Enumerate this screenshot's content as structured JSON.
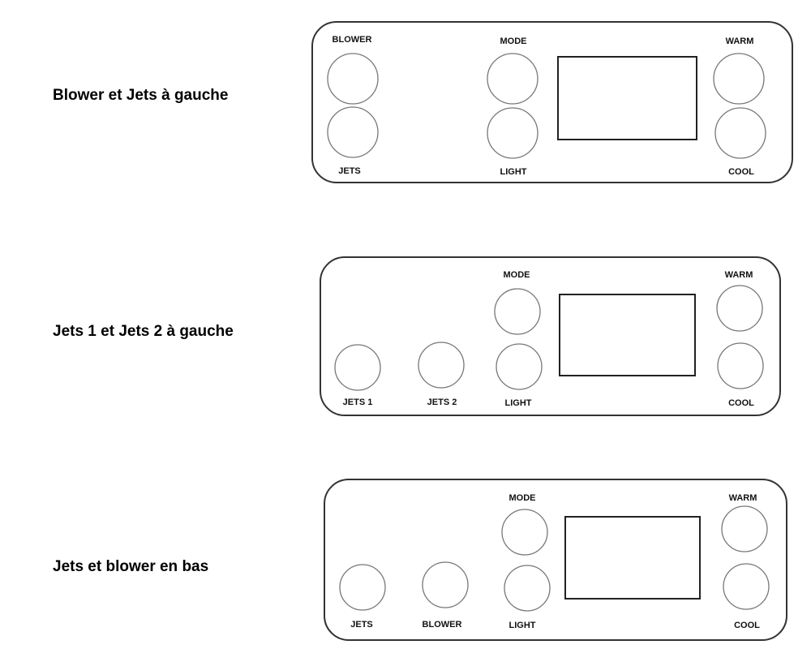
{
  "layouts": [
    {
      "caption": "Blower et Jets à gauche",
      "buttons": {
        "blower": "BLOWER",
        "jets": "JETS",
        "mode": "MODE",
        "light": "LIGHT",
        "warm": "WARM",
        "cool": "COOL"
      }
    },
    {
      "caption": "Jets 1 et Jets 2 à gauche",
      "buttons": {
        "jets1": "JETS 1",
        "jets2": "JETS 2",
        "mode": "MODE",
        "light": "LIGHT",
        "warm": "WARM",
        "cool": "COOL"
      }
    },
    {
      "caption": "Jets et blower en bas",
      "buttons": {
        "jets": "JETS",
        "blower": "BLOWER",
        "mode": "MODE",
        "light": "LIGHT",
        "warm": "WARM",
        "cool": "COOL"
      }
    }
  ]
}
